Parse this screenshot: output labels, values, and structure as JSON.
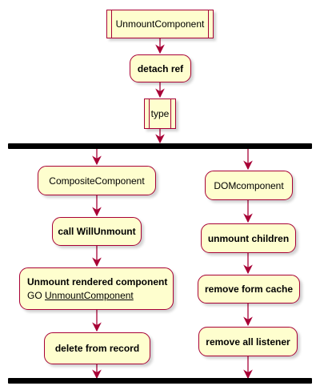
{
  "colors": {
    "fill": "#FEFECE",
    "border": "#A80036",
    "arrow": "#A80036",
    "bar": "#000000"
  },
  "nodes": {
    "unmount_component": "UnmountComponent",
    "detach_ref": "detach ref",
    "type": "type",
    "composite_component": "CompositeComponent",
    "call_will_unmount": "call WillUnmount",
    "unmount_rendered_title": "Unmount rendered component",
    "unmount_rendered_go_prefix": "GO",
    "unmount_rendered_go_link": "UnmountComponent",
    "delete_from_record": "delete from record",
    "dom_component": "DOMcomponent",
    "unmount_children": "unmount children",
    "remove_form_cache": "remove form cache",
    "remove_all_listener": "remove all listener"
  }
}
